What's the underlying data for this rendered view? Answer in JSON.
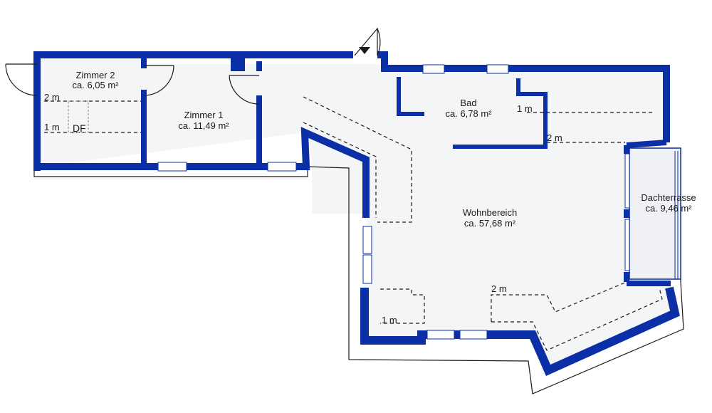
{
  "floor_plan": {
    "colors": {
      "wall": "#0a2fa6",
      "floor": "#f4f5f7",
      "terrace": "#f0f1f4",
      "window": "#ffffff",
      "outline": "#1a1a1a"
    },
    "rooms": [
      {
        "name": "Zimmer 2",
        "area": "ca. 6,05 m²"
      },
      {
        "name": "Zimmer 1",
        "area": "ca. 11,49 m²"
      },
      {
        "name": "Bad",
        "area": "ca. 6,78 m²"
      },
      {
        "name": "Wohnbereich",
        "area": "ca. 57,68 m²"
      },
      {
        "name": "Dachterrasse",
        "area": "ca. 9,46 m²"
      }
    ],
    "height_markers": {
      "z2_2m": "2 m",
      "z2_1m": "1 m",
      "bad_1m": "1 m",
      "bad_2m": "2 m",
      "wohn_2m": "2 m",
      "wohn_1m": "1 m"
    },
    "skylight_label": "DF"
  }
}
